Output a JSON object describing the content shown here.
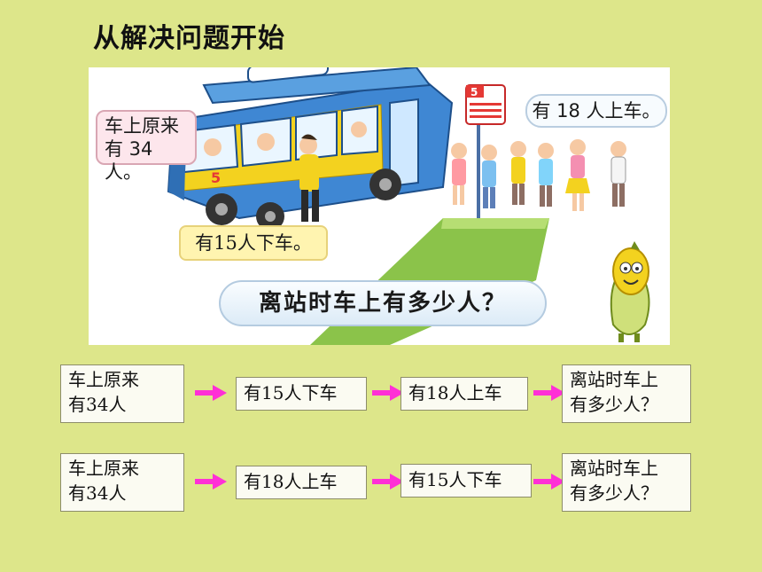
{
  "title": "从解决问题开始",
  "scene": {
    "bubble_original": {
      "line1": "车上原来",
      "line2": "有 34 人。"
    },
    "bubble_got_on": "有 18 人上车。",
    "bubble_got_off": "有15人下车。",
    "question": "离站时车上有多少人？",
    "bus_sign": "5"
  },
  "flow_row_1": {
    "start": {
      "line1": "车上原来",
      "line2": "有34人"
    },
    "step1": "有15人下车",
    "step2": "有18人上车",
    "end": {
      "line1": "离站时车上",
      "line2": "有多少人？"
    }
  },
  "flow_row_2": {
    "start": {
      "line1": "车上原来",
      "line2": "有34人"
    },
    "step1": "有18人上车",
    "step2": "有15人下车",
    "end": {
      "line1": "离站时车上",
      "line2": "有多少人？"
    }
  },
  "colors": {
    "background": "#dde68a",
    "arrow": "#ff2fd6",
    "bus_body": "#3f87d3",
    "bus_stripe": "#f3d21f"
  }
}
